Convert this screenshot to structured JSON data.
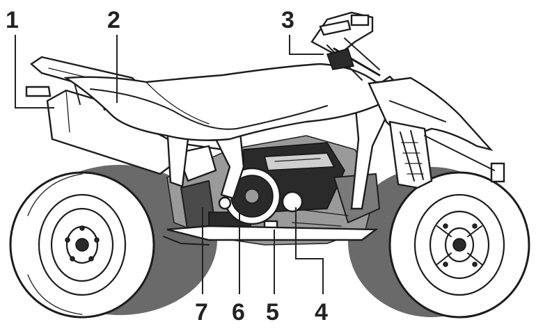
{
  "callouts": [
    {
      "id": 1,
      "label": "1"
    },
    {
      "id": 2,
      "label": "2"
    },
    {
      "id": 3,
      "label": "3"
    },
    {
      "id": 4,
      "label": "4"
    },
    {
      "id": 5,
      "label": "5"
    },
    {
      "id": 6,
      "label": "6"
    },
    {
      "id": 7,
      "label": "7"
    }
  ]
}
